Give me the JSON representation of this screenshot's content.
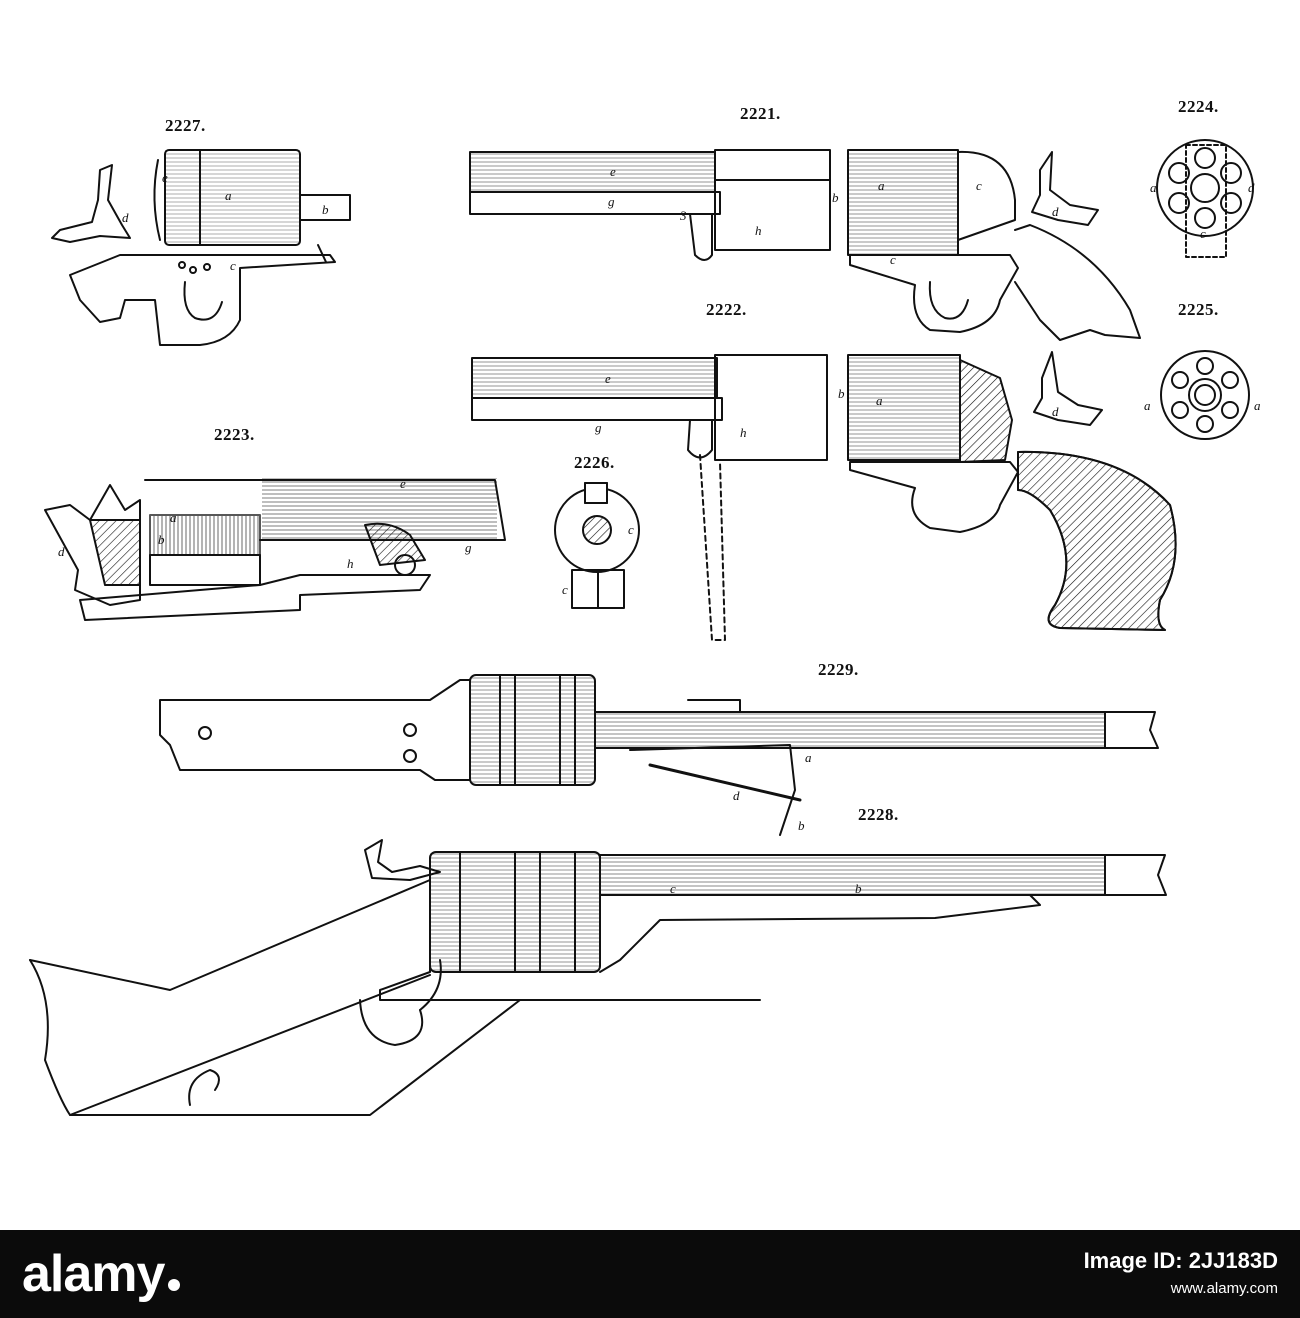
{
  "figures": {
    "f2227": "2227.",
    "f2221": "2221.",
    "f2224": "2224.",
    "f2222": "2222.",
    "f2225": "2225.",
    "f2223": "2223.",
    "f2226": "2226.",
    "f2229": "2229.",
    "f2228": "2228."
  },
  "watermark": {
    "brand": "alamy",
    "image_id": "Image ID: 2JJ183D",
    "url": "www.alamy.com"
  },
  "colors": {
    "ink": "#111111",
    "paper": "#ffffff",
    "footer": "#0b0b0b"
  }
}
